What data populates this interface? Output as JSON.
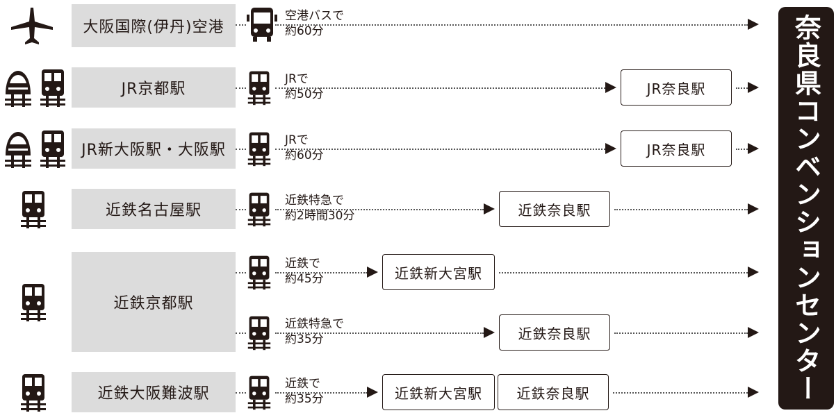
{
  "venue": "奈良県コンベンションセンター",
  "routes": [
    {
      "origin": "大阪国際(伊丹)空港",
      "origin_icons": [
        "airplane-icon"
      ],
      "legs": [
        {
          "icon": "bus-icon",
          "line1": "空港バスで",
          "line2": "約60分",
          "via": []
        }
      ]
    },
    {
      "origin": "JR京都駅",
      "origin_icons": [
        "shinkansen-icon",
        "train-icon"
      ],
      "legs": [
        {
          "icon": "train-icon",
          "line1": "JRで",
          "line2": "約50分",
          "via": [
            "JR奈良駅"
          ]
        }
      ]
    },
    {
      "origin": "JR新大阪駅・大阪駅",
      "origin_icons": [
        "shinkansen-icon",
        "train-icon"
      ],
      "legs": [
        {
          "icon": "train-icon",
          "line1": "JRで",
          "line2": "約60分",
          "via": [
            "JR奈良駅"
          ]
        }
      ]
    },
    {
      "origin": "近鉄名古屋駅",
      "origin_icons": [
        "train-icon"
      ],
      "legs": [
        {
          "icon": "train-icon",
          "line1": "近鉄特急で",
          "line2": "約2時間30分",
          "via": [
            "近鉄奈良駅"
          ]
        }
      ]
    },
    {
      "origin": "近鉄京都駅",
      "origin_icons": [
        "train-icon"
      ],
      "legs": [
        {
          "icon": "train-icon",
          "line1": "近鉄で",
          "line2": "約45分",
          "via": [
            "近鉄新大宮駅"
          ]
        },
        {
          "icon": "train-icon",
          "line1": "近鉄特急で",
          "line2": "約35分",
          "via": [
            "近鉄奈良駅"
          ]
        }
      ]
    },
    {
      "origin": "近鉄大阪難波駅",
      "origin_icons": [
        "train-icon"
      ],
      "legs": [
        {
          "icon": "train-icon",
          "line1": "近鉄で",
          "line2": "約35分",
          "via": [
            "近鉄新大宮駅",
            "近鉄奈良駅"
          ]
        }
      ]
    }
  ]
}
